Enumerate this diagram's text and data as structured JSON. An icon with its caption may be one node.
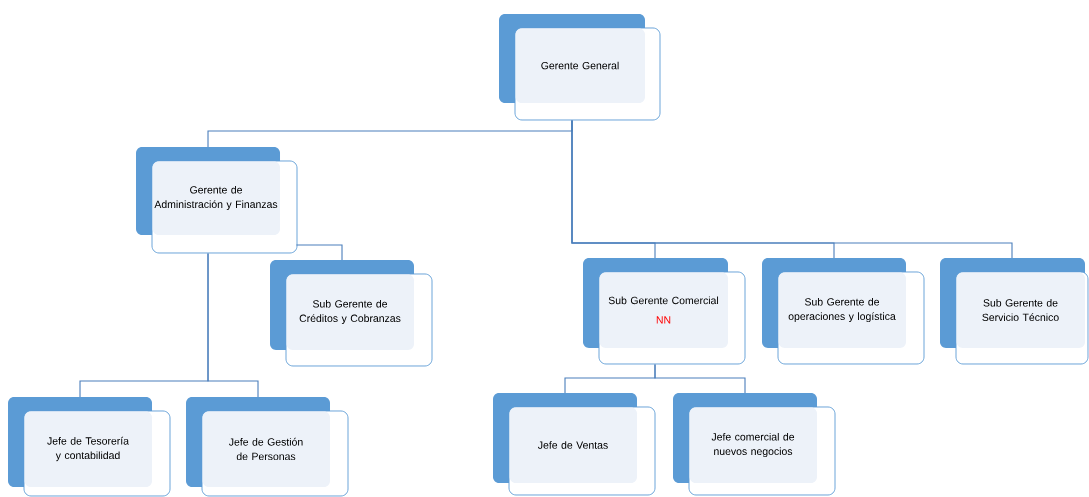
{
  "diagram": {
    "nodes": [
      {
        "text": [
          "Gerente General"
        ]
      },
      {
        "text": [
          "Gerente de Administración y Finanzas"
        ]
      },
      {
        "text": [
          "Sub Gerente de Créditos y Cobranzas"
        ]
      },
      {
        "text": [
          "Sub Gerente Comercial",
          "NN"
        ]
      },
      {
        "text": [
          "Sub Gerente de operaciones y logística"
        ]
      },
      {
        "text": [
          "Sub Gerente de Servicio Técnico"
        ]
      },
      {
        "text": [
          "Jefe de Tesorería y contabilidad"
        ]
      },
      {
        "text": [
          "Jefe de Gestión de Personas"
        ]
      },
      {
        "text": [
          "Jefe de Ventas"
        ]
      },
      {
        "text": [
          "Jefe comercial de nuevos negocios"
        ]
      }
    ],
    "edges": [
      {
        "from": 0,
        "to": 1,
        "arrow": "none"
      },
      {
        "from": 0,
        "to": 3,
        "arrow": "none"
      },
      {
        "from": 0,
        "to": 4,
        "arrow": "none"
      },
      {
        "from": 0,
        "to": 5,
        "arrow": "none"
      },
      {
        "from": 1,
        "to": 2,
        "arrow": "none"
      },
      {
        "from": 1,
        "to": 6,
        "arrow": "none"
      },
      {
        "from": 1,
        "to": 7,
        "arrow": "none"
      },
      {
        "from": 3,
        "to": 8,
        "arrow": "none"
      },
      {
        "from": 3,
        "to": 9,
        "arrow": "none"
      }
    ]
  }
}
